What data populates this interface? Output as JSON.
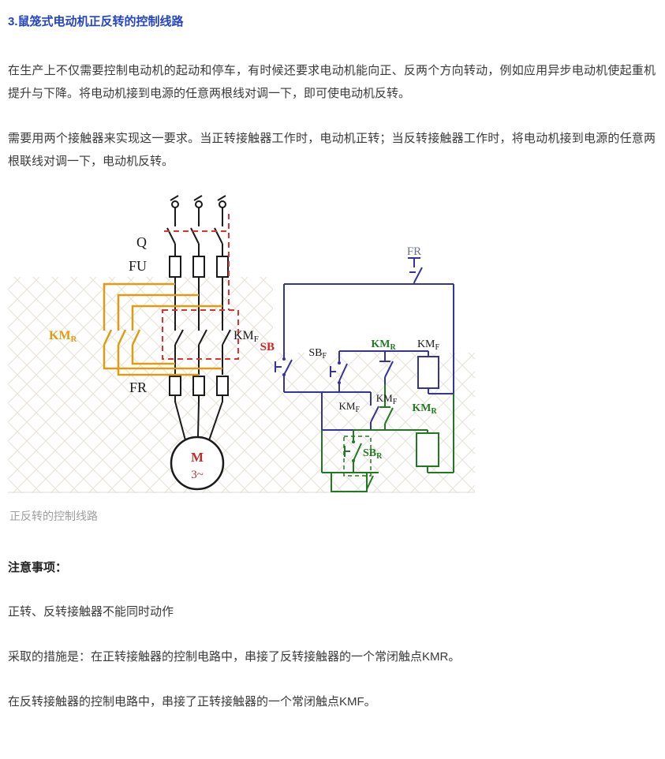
{
  "article": {
    "heading": "3.鼠笼式电动机正反转的控制线路",
    "heading_color": "#2544c0",
    "para1": "在生产上不仅需要控制电动机的起动和停车，有时候还要求电动机能向正、反两个方向转动，例如应用异步电动机使起重机提升与下降。将电动机接到电源的任意两根线对调一下，即可使电动机反转。",
    "para2": "需要用两个接触器来实现这一要求。当正转接触器工作时，电动机正转；当反转接触器工作时，将电动机接到电源的任意两根联线对调一下，电动机反转。",
    "figure_caption": "正反转的控制线路",
    "notes_heading": "注意事项：",
    "note1": "正转、反转接触器不能同时动作",
    "note2": "采取的措施是：在正转接触器的控制电路中，串接了反转接触器的一个常闭触点KMR。",
    "note3": "在反转接触器的控制电路中，串接了正转接触器的一个常闭触点KMF。"
  },
  "diagram": {
    "labels": {
      "q": "Q",
      "fu": "FU",
      "fr": "FR",
      "km": "KM",
      "sb": "SB",
      "sub_r": "R",
      "sub_f": "F",
      "motor_m": "M",
      "motor_tilde": "3~"
    },
    "colors": {
      "main": "#1a1a1a",
      "reverse_wire_orange": "#e09b10",
      "forward_wire_blue": "#34349e",
      "reverse_control_green": "#217a21",
      "dashed_red": "#e03030",
      "sb_red": "#cc2222",
      "motor_red": "#b5302a",
      "fr_label_gray": "#6b7488"
    }
  }
}
